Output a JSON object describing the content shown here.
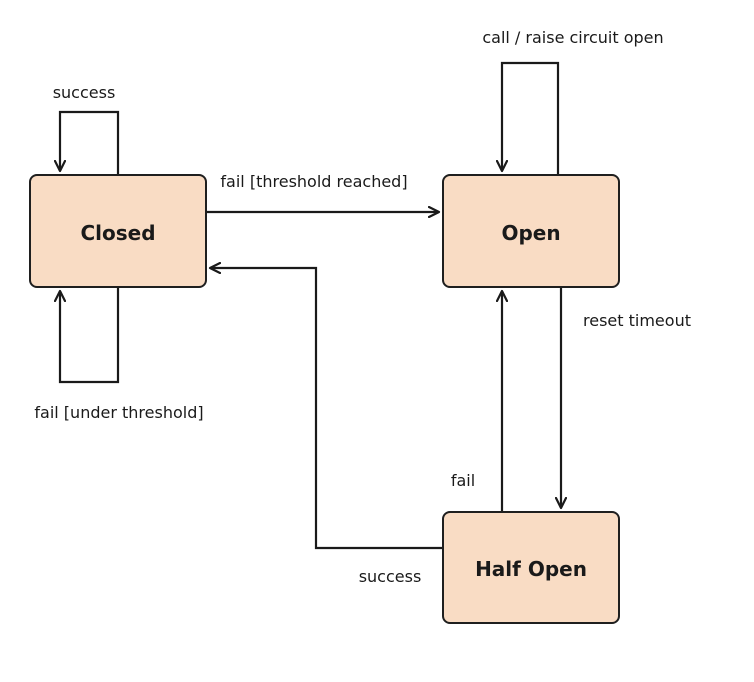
{
  "states": {
    "closed": "Closed",
    "open": "Open",
    "half_open": "Half Open"
  },
  "transitions": {
    "closed_success": "success",
    "closed_fail_under": "fail [under threshold]",
    "closed_to_open": "fail [threshold reached]",
    "open_call": "call / raise circuit open",
    "open_reset": "reset timeout",
    "half_open_fail": "fail",
    "half_open_success": "success"
  },
  "colors": {
    "state_fill": "#f9dcc4",
    "stroke": "#1a1a1a"
  }
}
